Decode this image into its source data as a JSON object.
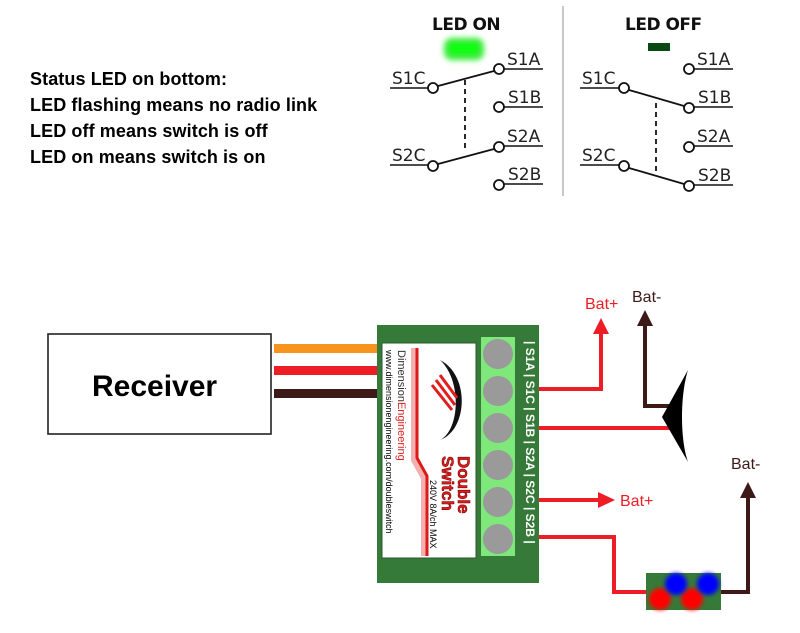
{
  "status_notes": {
    "lines": [
      "Status LED on bottom:",
      "LED flashing means no radio link",
      "LED off means switch is off",
      "LED on means switch is on"
    ]
  },
  "led_on_panel": {
    "title": "LED ON",
    "led_color": "#22ee22",
    "labels": {
      "s1c": "S1C",
      "s1a": "S1A",
      "s1b": "S1B",
      "s2c": "S2C",
      "s2a": "S2A",
      "s2b": "S2B"
    },
    "switch_position": "A"
  },
  "led_off_panel": {
    "title": "LED OFF",
    "led_color": "#0a4a12",
    "labels": {
      "s1c": "S1C",
      "s1a": "S1A",
      "s1b": "S1B",
      "s2c": "S2C",
      "s2a": "S2A",
      "s2b": "S2B"
    },
    "switch_position": "B"
  },
  "receiver": {
    "label": "Receiver",
    "wire_colors": [
      "#f7941d",
      "#ee1c25",
      "#3d1a17"
    ]
  },
  "board": {
    "brand_part1": "Dimension",
    "brand_part2": "Engineering",
    "product_line1": "Double",
    "product_line2": "Switch",
    "rating": "240V 8A/ch MAX",
    "url": "www.dimensionengineering.com/doubleswitch",
    "terminal_label_strip": "| S1A | S1C | S1B | S2A | S2C | S2B |",
    "terminal_count": 6,
    "colors": {
      "board": "#357a38",
      "terminal_block": "#7ee87a",
      "screw": "#9a9a9a"
    }
  },
  "connections": {
    "bat_plus_top": "Bat+",
    "bat_minus_top": "Bat-",
    "bat_plus_mid": "Bat+",
    "bat_minus_right": "Bat-"
  },
  "colors": {
    "wire_red": "#ee1c25",
    "wire_brown": "#3d1a17",
    "wire_orange": "#f7941d",
    "led_red": "#ff0000",
    "led_blue": "#0000ff",
    "led_board": "#357a38"
  }
}
